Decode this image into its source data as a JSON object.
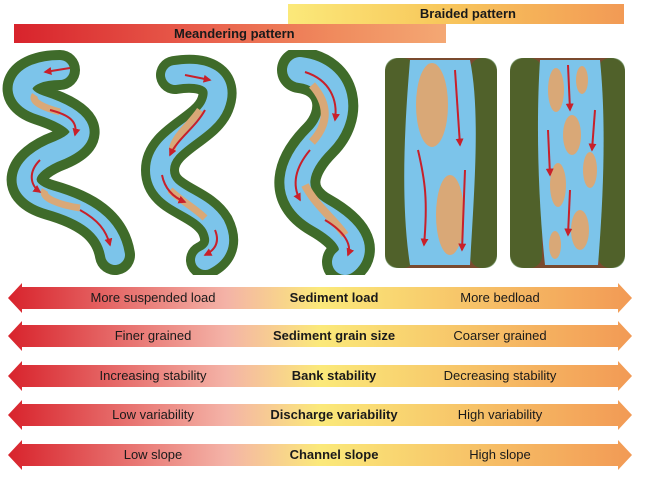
{
  "header": {
    "braided_label": "Braided pattern",
    "meandering_label": "Meandering pattern"
  },
  "rows": [
    {
      "left": "More suspended load",
      "center": "Sediment load",
      "right": "More bedload"
    },
    {
      "left": "Finer grained",
      "center": "Sediment grain size",
      "right": "Coarser grained"
    },
    {
      "left": "Increasing stability",
      "center": "Bank stability",
      "right": "Decreasing stability"
    },
    {
      "left": "Low variability",
      "center": "Discharge variability",
      "right": "High variability"
    },
    {
      "left": "Low slope",
      "center": "Channel slope",
      "right": "High slope"
    }
  ],
  "colors": {
    "red": "#d8232c",
    "light": "#fbe97a",
    "orange": "#f29a55",
    "water": "#7cc4ea",
    "vegetation": "#3f6b2a",
    "sand": "#d9a877",
    "flow_arrow": "#c8202a"
  }
}
